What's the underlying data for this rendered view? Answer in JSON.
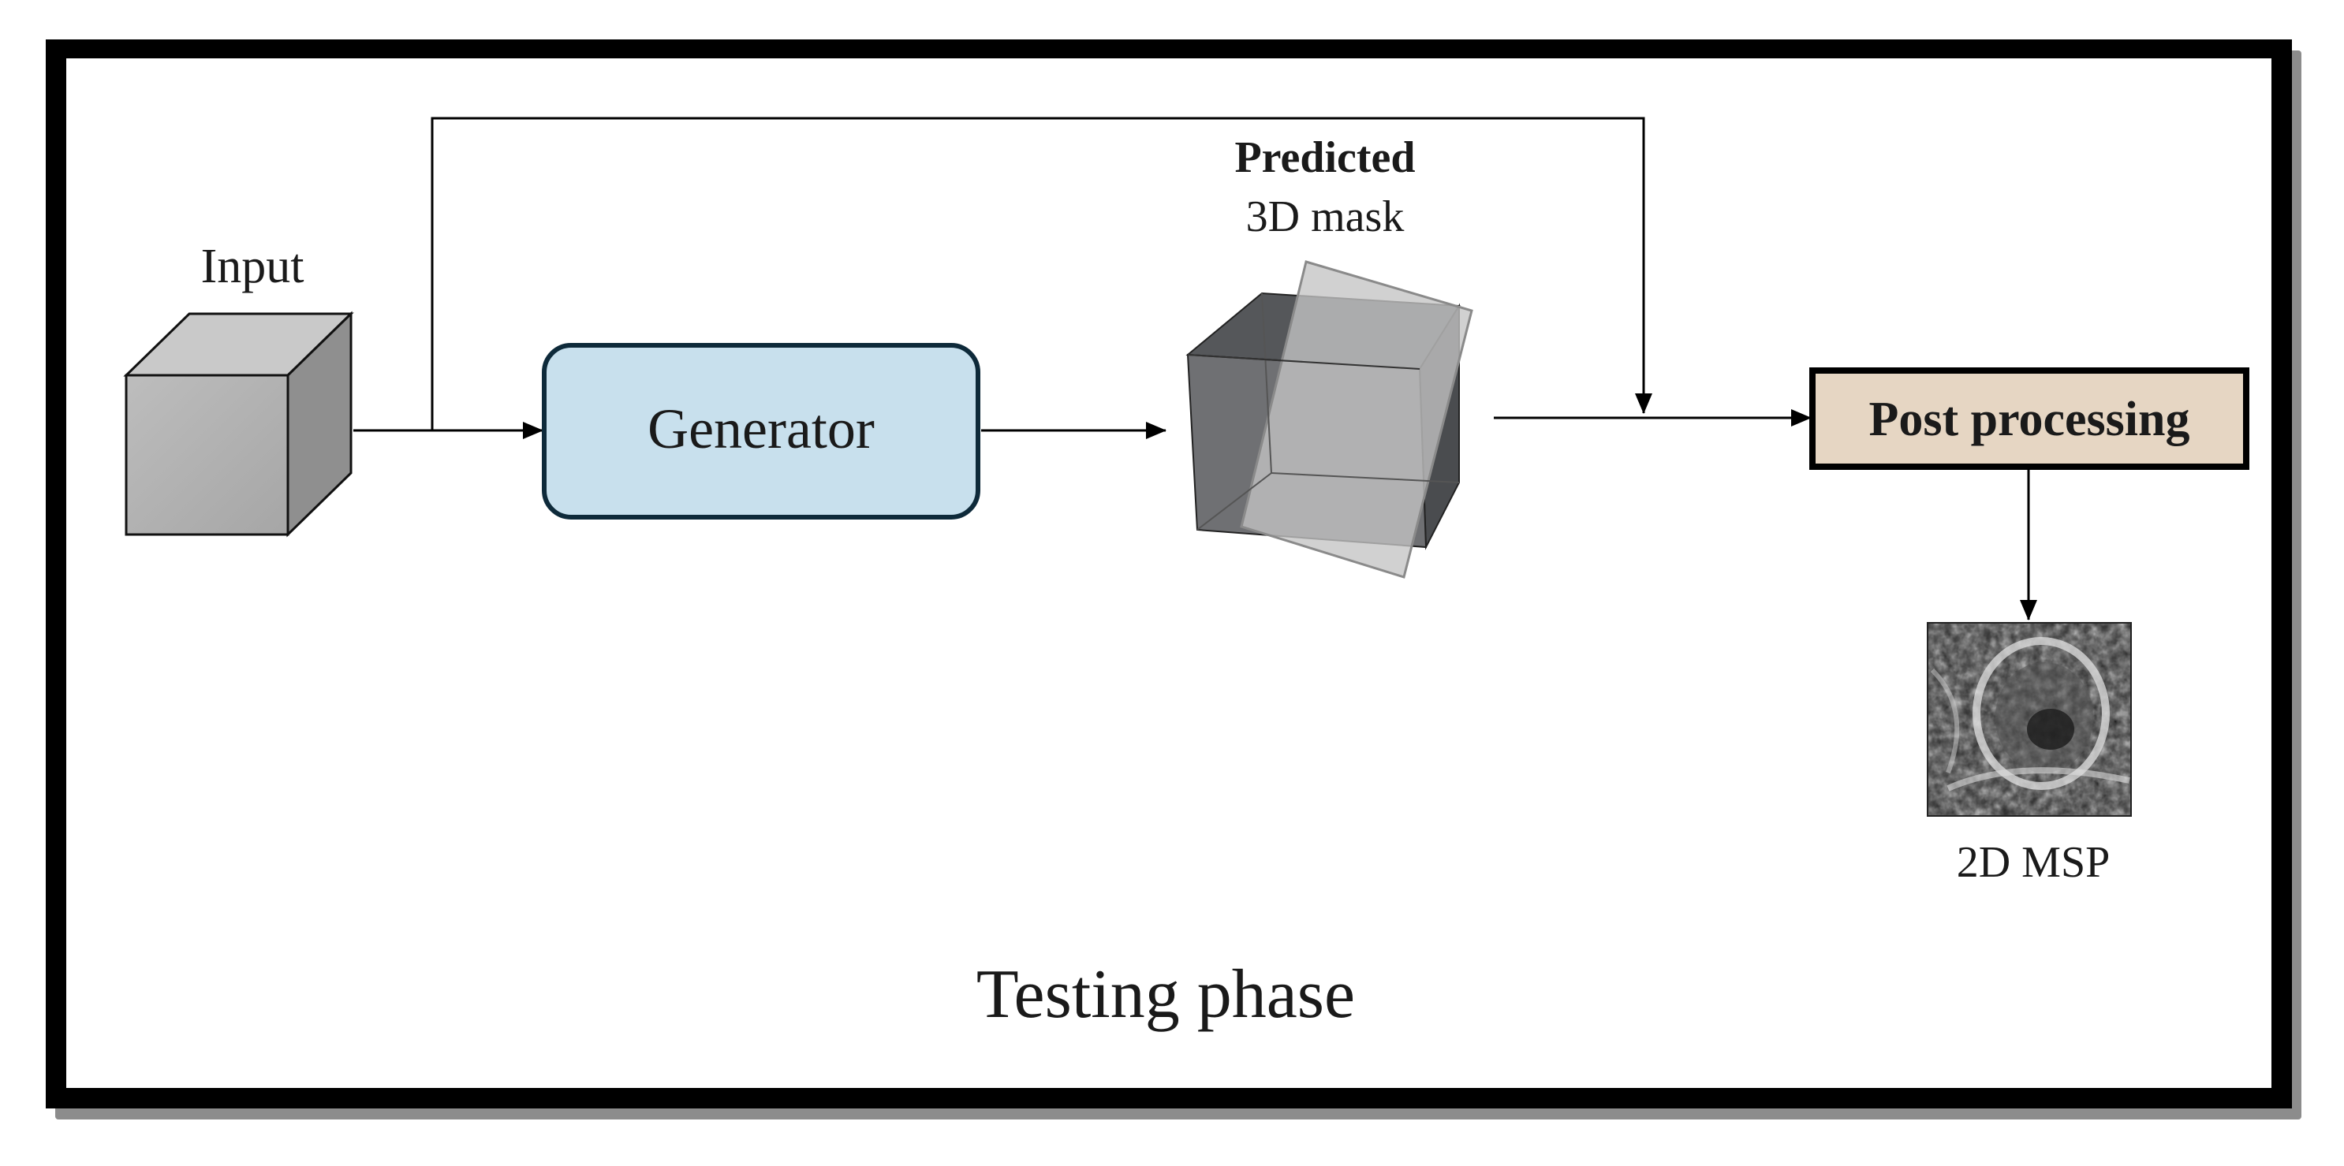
{
  "diagram": {
    "caption": "Testing phase",
    "input": {
      "label": "Input"
    },
    "generator": {
      "label": "Generator"
    },
    "predicted_mask": {
      "title": "Predicted",
      "subtitle": "3D mask"
    },
    "post_processing": {
      "label": "Post processing"
    },
    "output": {
      "label": "2D MSP"
    },
    "colors": {
      "frame": "#000000",
      "frame_shadow": "#8c8c8c",
      "generator_fill": "#c8e0ed",
      "generator_border": "#0e2a3a",
      "post_fill": "#e6d6c3",
      "post_border": "#000000",
      "cube_front": "#b3b3b3",
      "cube_top": "#c9c9c9",
      "cube_side": "#8f8f8f",
      "mask_dark": "#6f7073",
      "mask_plane": "#c4c4c4",
      "arrow": "#000000"
    }
  }
}
